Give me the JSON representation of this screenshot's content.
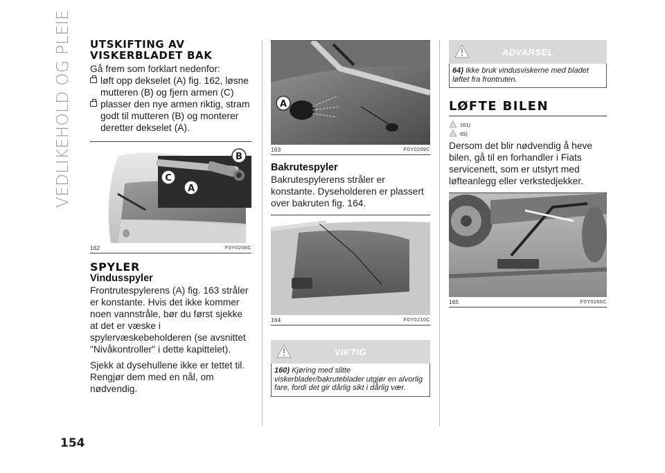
{
  "side_title": "VEDLIKEHOLD OG PLEIE",
  "page_number": "154",
  "col1": {
    "heading": "UTSKIFTING AV VISKERBLADET BAK",
    "intro": "Gå frem som forklart nedenfor:",
    "bullet1": "løft opp dekselet (A) fig. 162, løsne mutteren (B) og fjern armen (C)",
    "bullet2": "plasser den nye armen riktig, stram godt til mutteren (B) og monterer deretter dekselet (A).",
    "fig162": {
      "num": "162",
      "code": "F0Y0208C",
      "labelA": "A",
      "labelB": "B",
      "labelC": "C"
    },
    "h_spyler": "SPYLER",
    "h_vindu": "Vindusspyler",
    "p1": "Frontrutespylerens (A) fig. 163 stråler er konstante. Hvis det ikke kommer noen vannstråle, bør du først sjekke at det er væske i spylervæskebeholderen (se avsnittet \"Nivåkontroller\" i dette kapittelet).",
    "p2": "Sjekk at dysehullene ikke er tettet til. Rengjør dem med en nål, om nødvendig."
  },
  "col2": {
    "fig163": {
      "num": "163",
      "code": "F0Y0209C",
      "labelA": "A"
    },
    "h_bak": "Bakrutespyler",
    "p1": "Bakrutespylerens stråler er konstante. Dyseholderen er plassert over bakruten fig. 164.",
    "fig164": {
      "num": "164",
      "code": "F0Y0210C"
    },
    "viktig_label": "VIKTIG",
    "viktig_num": "160)",
    "viktig_text": "Kjøring med slitte viskerblader/bakruteblader utgjør en alvorlig fare, fordi det gir dårlig sikt i dårlig vær."
  },
  "col3": {
    "advarsel_label": "ADVARSEL",
    "advarsel_num": "64)",
    "advarsel_text": "Ikke bruk vindusviskerne med bladet løftet fra frontruten.",
    "heading": "LØFTE BILEN",
    "ref1": "161)",
    "ref2": "65)",
    "p1": "Dersom det blir nødvendig å heve bilen, gå til en forhandler i Fiats servicenett, som er utstyrt med løfteanlegg eller verkstedjekker.",
    "fig165": {
      "num": "165",
      "code": "F0Y0266C"
    }
  },
  "colors": {
    "box_head": "#d8d8d8",
    "rule": "#bdbdbd"
  }
}
